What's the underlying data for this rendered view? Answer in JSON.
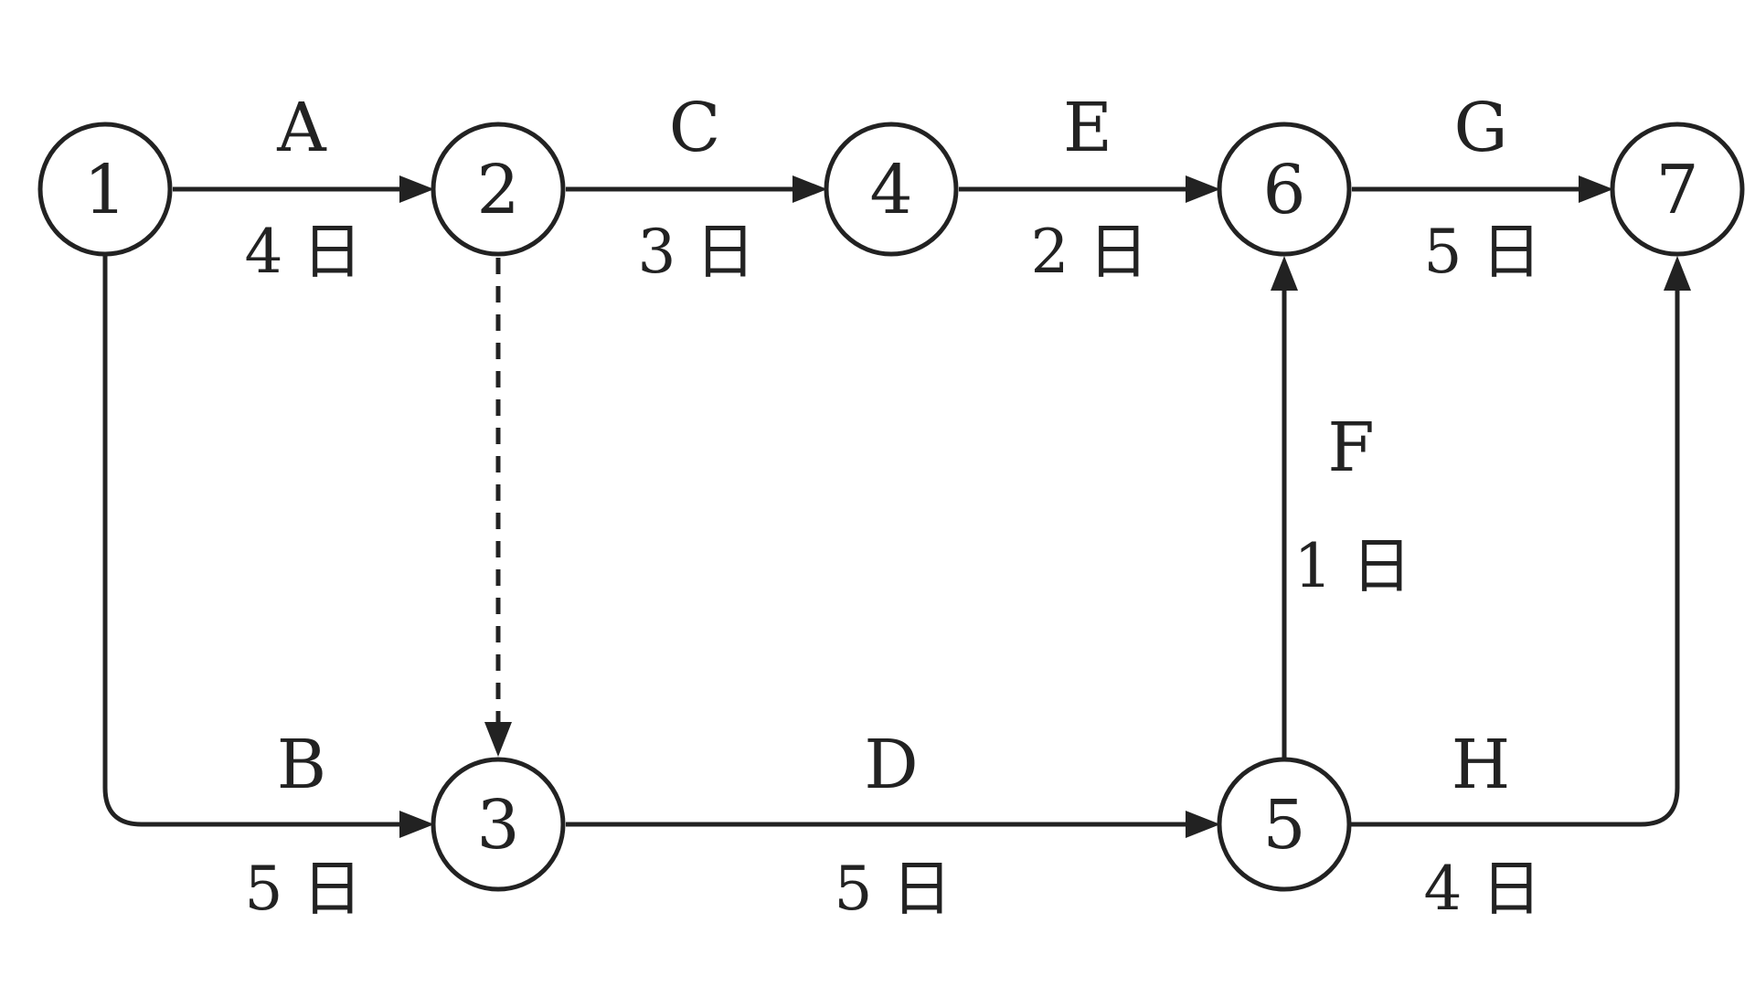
{
  "nodes": [
    "1",
    "2",
    "3",
    "4",
    "5",
    "6",
    "7"
  ],
  "activities": [
    {
      "name": "A",
      "duration": "4 日",
      "from": "1",
      "to": "2"
    },
    {
      "name": "B",
      "duration": "5 日",
      "from": "1",
      "to": "3"
    },
    {
      "name": "C",
      "duration": "3 日",
      "from": "2",
      "to": "4"
    },
    {
      "name": "D",
      "duration": "5 日",
      "from": "3",
      "to": "5"
    },
    {
      "name": "E",
      "duration": "2 日",
      "from": "4",
      "to": "6"
    },
    {
      "name": "F",
      "duration": "1 日",
      "from": "5",
      "to": "6"
    },
    {
      "name": "G",
      "duration": "5 日",
      "from": "6",
      "to": "7"
    },
    {
      "name": "H",
      "duration": "4 日",
      "from": "5",
      "to": "7"
    }
  ],
  "dummy_activities": [
    {
      "from": "2",
      "to": "3",
      "style": "dashed"
    }
  ]
}
